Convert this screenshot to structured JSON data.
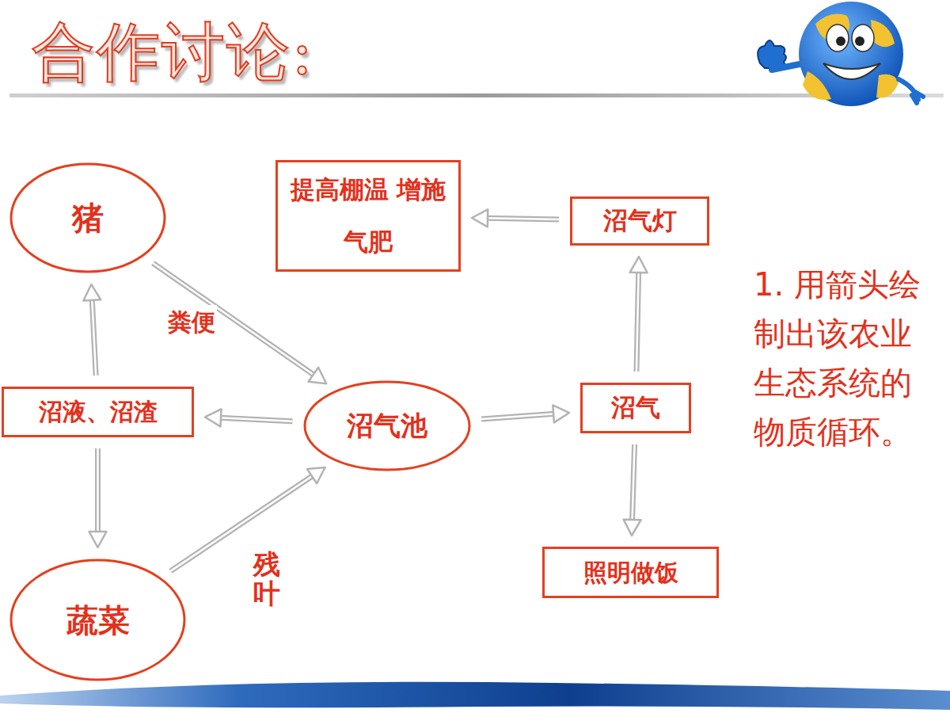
{
  "diagram": {
    "title": "合作讨论:",
    "nodes": [
      {
        "text": [
          "猪"
        ]
      },
      {
        "text": [
          "提高棚温 增施气肥"
        ]
      },
      {
        "text": [
          "沼气灯"
        ]
      },
      {
        "text": [
          "沼液、沼渣"
        ]
      },
      {
        "text": [
          "沼气池"
        ]
      },
      {
        "text": [
          "沼气"
        ]
      },
      {
        "text": [
          "蔬菜"
        ]
      },
      {
        "text": [
          "照明做饭"
        ]
      }
    ],
    "edges": [
      {
        "from": 0,
        "to": 4,
        "label": "粪便",
        "arrow": "to"
      },
      {
        "from": 6,
        "to": 4,
        "label": "残叶",
        "arrow": "to"
      },
      {
        "from": 4,
        "to": 3,
        "arrow": "to"
      },
      {
        "from": 4,
        "to": 5,
        "arrow": "to"
      },
      {
        "from": 5,
        "to": 2,
        "arrow": "to"
      },
      {
        "from": 5,
        "to": 7,
        "arrow": "to"
      },
      {
        "from": 2,
        "to": 1,
        "arrow": "to"
      },
      {
        "from": 3,
        "to": 0,
        "arrow": "to"
      },
      {
        "from": 3,
        "to": 6,
        "arrow": "to"
      }
    ],
    "labels": [
      "1. 用箭头绘制出该农业生态系统的物质循环。"
    ]
  }
}
